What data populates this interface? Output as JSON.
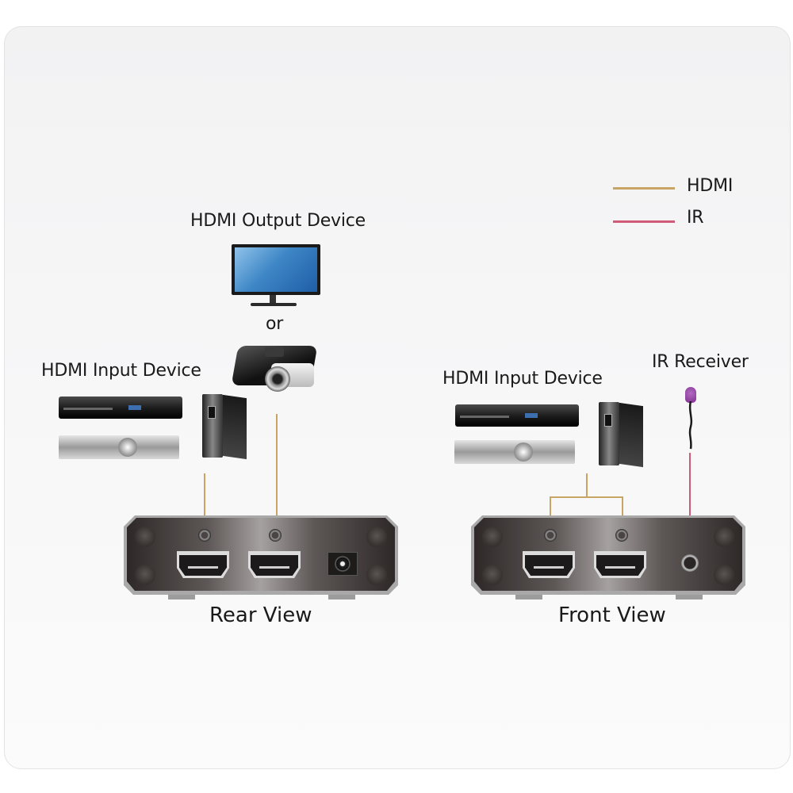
{
  "legend": {
    "items": [
      {
        "label": "HDMI",
        "color": "#c8a465"
      },
      {
        "label": "IR",
        "color": "#d05a78"
      }
    ]
  },
  "rear": {
    "output_device_label": "HDMI Output Device",
    "or_label": "or",
    "input_device_label": "HDMI Input Device",
    "view_label": "Rear View",
    "devices": [
      "monitor",
      "projector",
      "dvd-player",
      "audio-amplifier",
      "desktop-computer"
    ],
    "ports": [
      "hdmi-port-1",
      "hdmi-port-2",
      "dc-power-jack"
    ]
  },
  "front": {
    "input_device_label": "HDMI Input Device",
    "ir_receiver_label": "IR Receiver",
    "view_label": "Front View",
    "devices": [
      "dvd-player",
      "audio-amplifier",
      "desktop-computer",
      "ir-receiver"
    ],
    "ports": [
      "hdmi-port-1",
      "hdmi-port-2",
      "ir-jack"
    ]
  }
}
